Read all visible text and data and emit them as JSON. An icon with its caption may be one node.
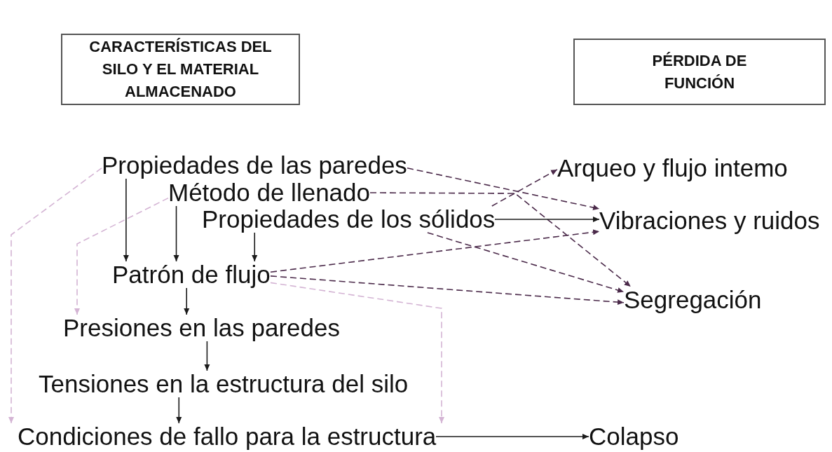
{
  "diagram": {
    "nodes": [
      {
        "text": [
          "CARACTERÍSTICAS DEL SILO Y EL MATERIAL ALMACENADO"
        ]
      },
      {
        "text": [
          "PÉRDIDA DE FUNCIÓN"
        ]
      },
      {
        "text": [
          "Propiedades de las paredes"
        ]
      },
      {
        "text": [
          "Método de llenado"
        ]
      },
      {
        "text": [
          "Propiedades de los sólidos"
        ]
      },
      {
        "text": [
          "Patrón de flujo"
        ]
      },
      {
        "text": [
          "Presiones en las paredes"
        ]
      },
      {
        "text": [
          "Tensiones en la estructura del silo"
        ]
      },
      {
        "text": [
          "Condiciones de fallo para la estructura"
        ]
      },
      {
        "text": [
          "Arqueo y flujo intemo"
        ]
      },
      {
        "text": [
          "Vibraciones y ruidos"
        ]
      },
      {
        "text": [
          "Segregación"
        ]
      },
      {
        "text": [
          "Colapso"
        ]
      }
    ],
    "edges": [
      {
        "from": 2,
        "to": 5,
        "arrow": "to"
      },
      {
        "from": 3,
        "to": 5,
        "arrow": "to"
      },
      {
        "from": 4,
        "to": 5,
        "arrow": "to"
      },
      {
        "from": 5,
        "to": 6,
        "arrow": "to"
      },
      {
        "from": 6,
        "to": 7,
        "arrow": "to"
      },
      {
        "from": 7,
        "to": 8,
        "arrow": "to"
      },
      {
        "from": 2,
        "to": 8,
        "arrow": "to",
        "style": "dashed",
        "color": "#d4b4d4"
      },
      {
        "from": 3,
        "to": 6,
        "arrow": "to",
        "style": "dashed",
        "color": "#d4b4d4"
      },
      {
        "from": 5,
        "to": 8,
        "arrow": "to",
        "style": "dashed",
        "color": "#d4b4d4"
      },
      {
        "from": 2,
        "to": 10,
        "arrow": "to",
        "style": "dashed",
        "color": "#4b2a4a"
      },
      {
        "from": 3,
        "to": 11,
        "arrow": "to",
        "style": "dashed",
        "color": "#4b2a4a"
      },
      {
        "from": 4,
        "to": 9,
        "arrow": "to",
        "style": "dashed",
        "color": "#4b2a4a"
      },
      {
        "from": 4,
        "to": 10,
        "arrow": "to"
      },
      {
        "from": 4,
        "to": 11,
        "arrow": "to",
        "style": "dashed",
        "color": "#4b2a4a"
      },
      {
        "from": 5,
        "to": 10,
        "arrow": "to",
        "style": "dashed",
        "color": "#4b2a4a"
      },
      {
        "from": 5,
        "to": 11,
        "arrow": "to",
        "style": "dashed",
        "color": "#4b2a4a"
      },
      {
        "from": 8,
        "to": 12,
        "arrow": "to"
      }
    ]
  }
}
